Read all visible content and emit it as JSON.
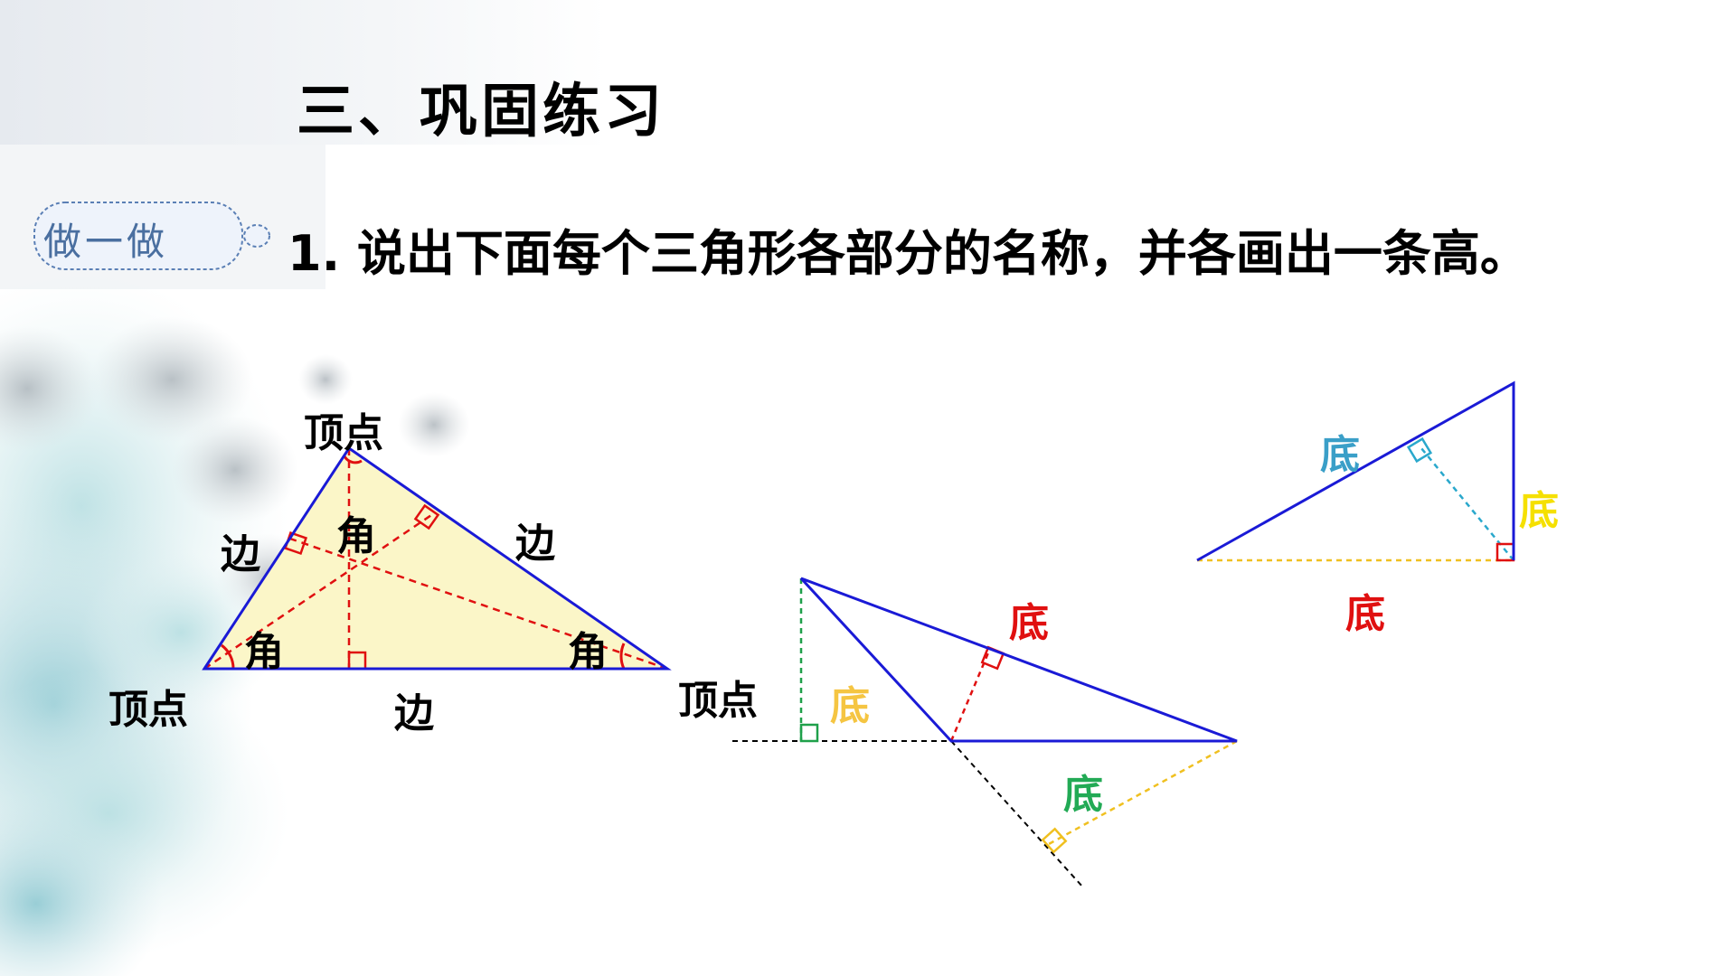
{
  "title": "三、巩固练习",
  "badge": "做一做",
  "instruction": "1. 说出下面每个三角形各部分的名称，并各画出一条高。",
  "colors": {
    "triangle_edge": "#1a1ad6",
    "triangle_fill": "#fbf6c8",
    "height_red": "#e01010",
    "height_green": "#1fa04a",
    "height_yellow": "#f0c020",
    "height_teal": "#2aa8cc",
    "extension_black": "#000000",
    "label_base_red": "#e01010",
    "label_base_yellow": "#f5c542",
    "label_base_green": "#22aa55",
    "label_base_teal": "#3a9fc8",
    "label_base_brightyellow": "#f5e000"
  },
  "figure1": {
    "vertex_top": "顶点",
    "vertex_left": "顶点",
    "side_left": "边",
    "side_right": "边",
    "side_bottom": "边",
    "angle_top": "角",
    "angle_left": "角",
    "angle_right": "角"
  },
  "figure2": {
    "vertex": "顶点",
    "base_red": "底",
    "base_yellow": "底",
    "base_green": "底"
  },
  "figure3": {
    "base_teal": "底",
    "base_yellow": "底",
    "base_red": "底"
  }
}
